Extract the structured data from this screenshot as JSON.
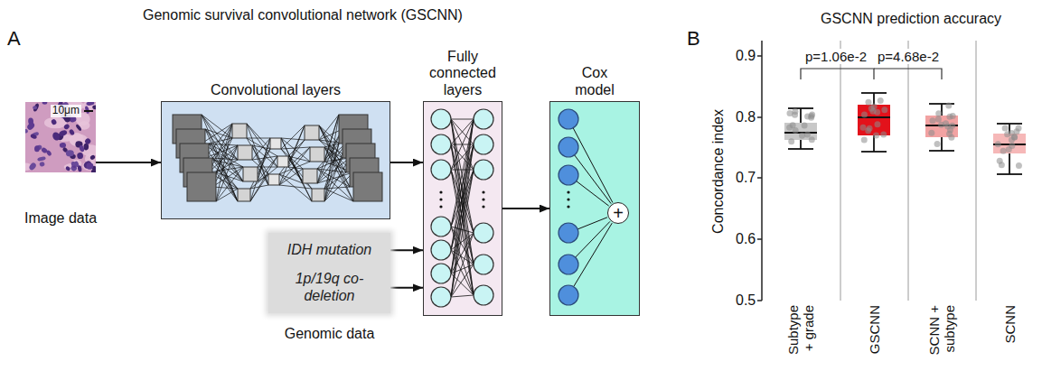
{
  "diagram": {
    "nodes": [
      {
        "text": [
          "10μm",
          "Image data"
        ]
      },
      {
        "text": [
          "Convolutional layers"
        ]
      },
      {
        "text": [
          "Fully connected layers"
        ]
      },
      {
        "text": [
          "Cox model"
        ]
      },
      {
        "text": [
          "+"
        ],
        "in": 3
      },
      {
        "text": [
          "IDH mutation",
          "1p/19q co-deletion",
          "Genomic data"
        ]
      }
    ],
    "edges": [
      {
        "from": 0,
        "to": 1,
        "arrow": "to"
      },
      {
        "from": 1,
        "to": 2,
        "arrow": "to"
      },
      {
        "from": 5,
        "to": 2,
        "arrow": "to"
      },
      {
        "from": 5,
        "to": 2,
        "arrow": "to"
      },
      {
        "from": 2,
        "to": 3,
        "arrow": "to"
      }
    ],
    "labels": [
      "A",
      "Genomic survival convolutional network (GSCNN)",
      "B",
      "GSCNN prediction accuracy",
      "p=1.06e-2",
      "p=4.68e-2",
      "0.9",
      "0.8",
      "0.7",
      "0.6",
      "0.5",
      "Concordance index",
      "Subtype + grade",
      "GSCNN",
      "SCNN + subtype",
      "SCNN"
    ]
  }
}
